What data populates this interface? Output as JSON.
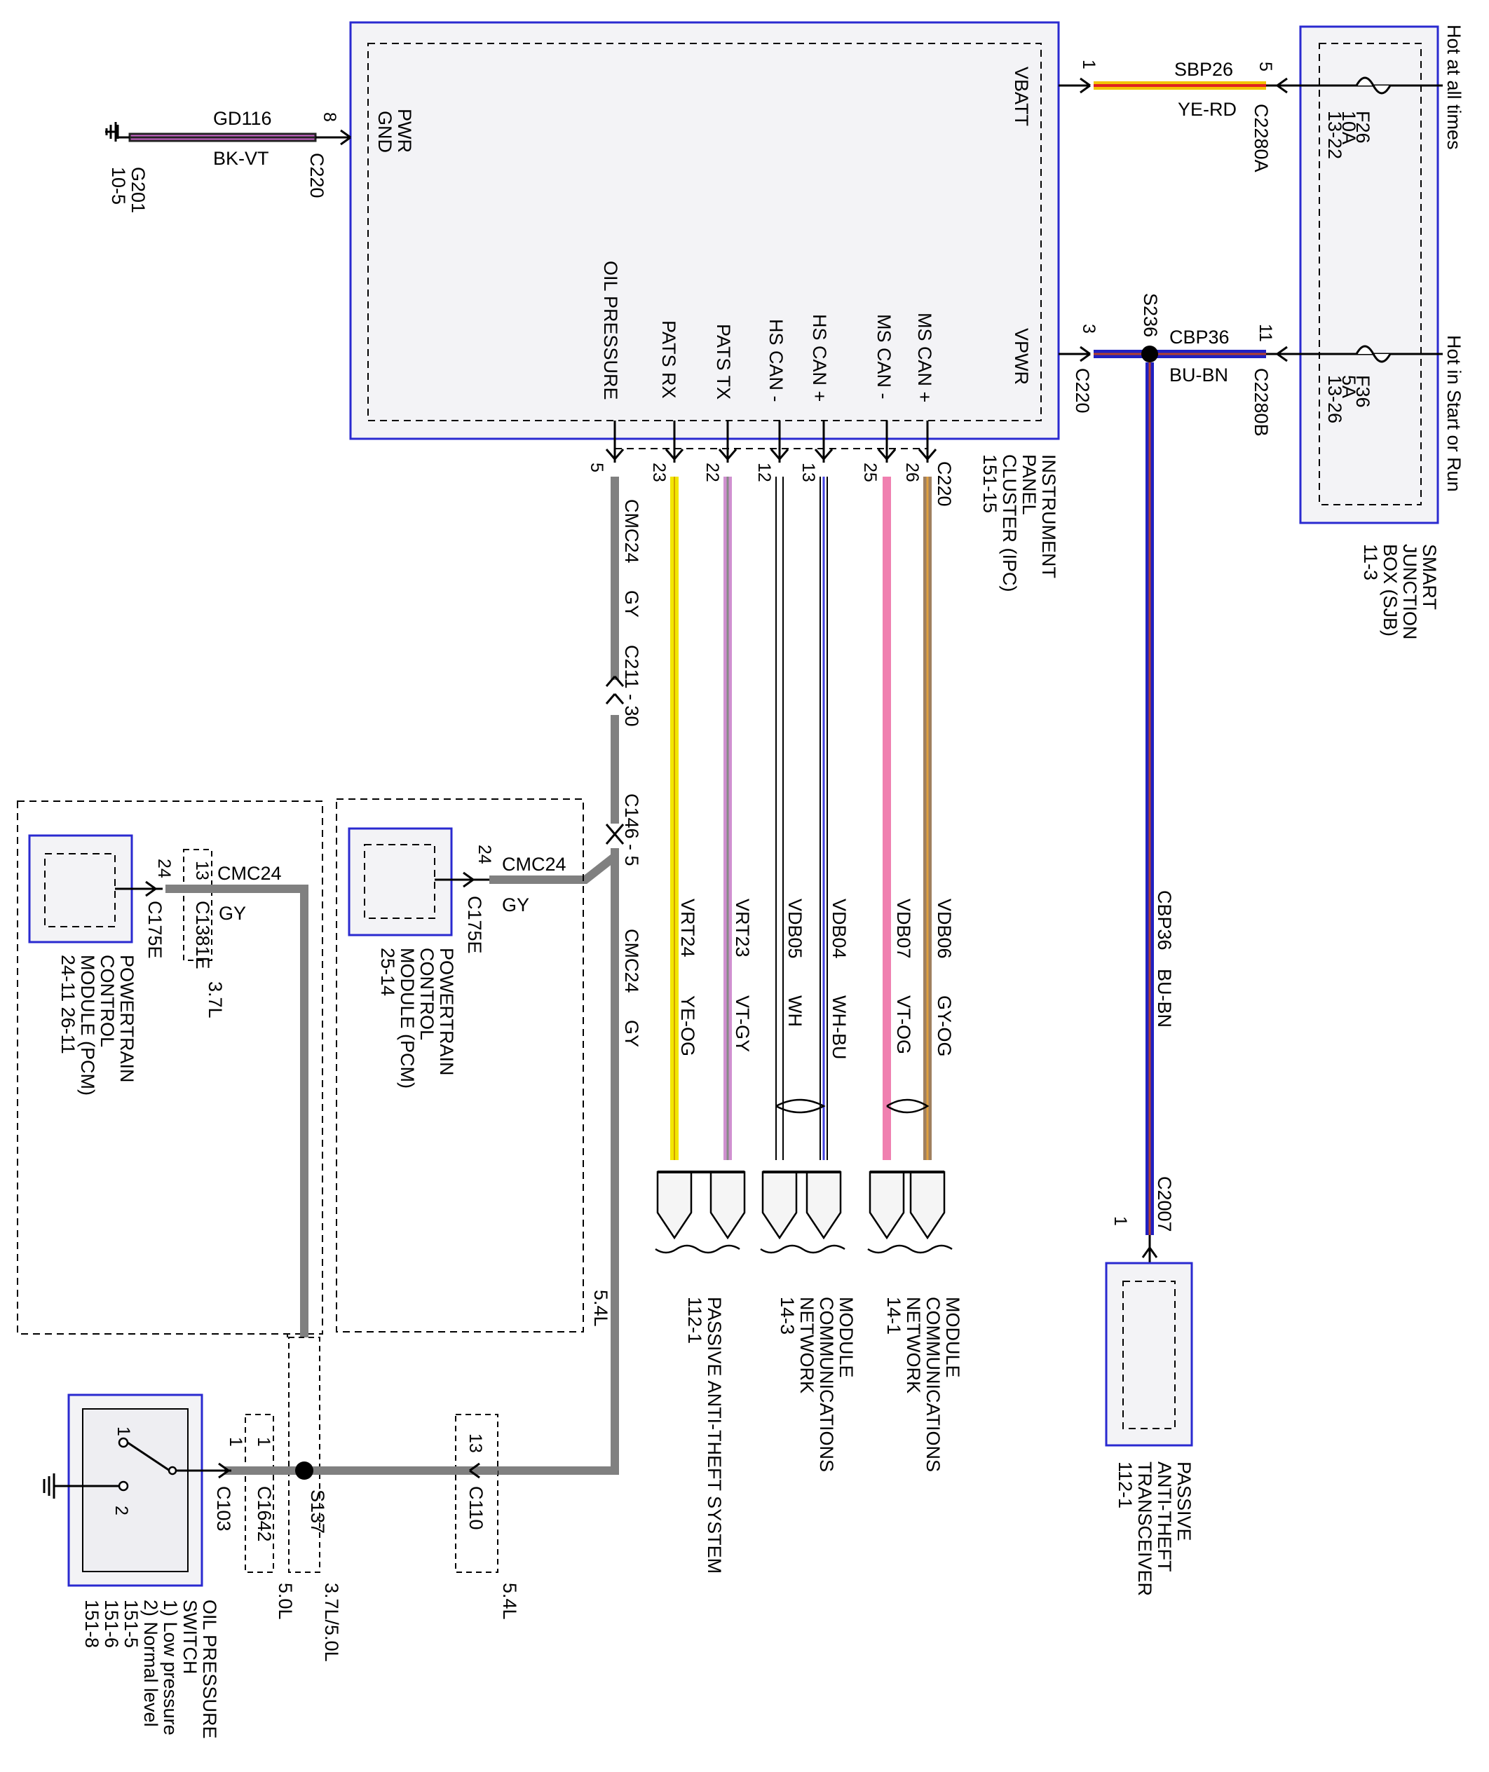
{
  "ipc": {
    "name": [
      "INSTRUMENT",
      "PANEL",
      "CLUSTER (IPC)"
    ],
    "ref": "151-15",
    "pins": {
      "pwr_gnd": [
        "PWR",
        "GND"
      ],
      "vbatt": "VBATT",
      "vpwr": "VPWR",
      "oil_pressure": "OIL PRESSURE",
      "pats_rx": "PATS RX",
      "pats_tx": "PATS TX",
      "hs_can_minus": "HS CAN -",
      "hs_can_plus": "HS CAN +",
      "ms_can_minus": "MS CAN -",
      "ms_can_plus": "MS CAN +"
    },
    "connector": "C220",
    "pin_numbers": {
      "pwr_gnd": "8",
      "vbatt": "1",
      "vpwr": "3",
      "oil": "5",
      "pats_rx": "23",
      "pats_tx": "22",
      "hs_can_minus": "12",
      "hs_can_plus": "13",
      "ms_can_minus": "25",
      "ms_can_plus": "26"
    }
  },
  "ground": {
    "circuit": "GD116",
    "color": "BK-VT",
    "connector": "C220",
    "point": "G201",
    "ref": "10-5"
  },
  "sjb": {
    "name": [
      "SMART",
      "JUNCTION",
      "BOX (SJB)"
    ],
    "ref": "11-3",
    "hot_at_all_times": "Hot at all times",
    "hot_in_start_run": "Hot in Start or Run",
    "fuse1": {
      "id": "F26",
      "amps": "10A",
      "ref": "13-22"
    },
    "fuse2": {
      "id": "F36",
      "amps": "5A",
      "ref": "13-26"
    },
    "conn_a": {
      "name": "C2280A",
      "pin": "5"
    },
    "conn_b": {
      "name": "C2280B",
      "pin": "11"
    }
  },
  "vbatt_wire": {
    "circuit": "SBP26",
    "color": "YE-RD"
  },
  "vpwr_wire": {
    "circuit": "CBP36",
    "color": "BU-BN",
    "splice": "S236",
    "ipc_conn": "C220"
  },
  "transceiver_wire": {
    "circuit": "CBP36",
    "color": "BU-BN",
    "connector": "C2007",
    "pin": "1"
  },
  "transceiver": {
    "name": [
      "PASSIVE",
      "ANTI-THEFT",
      "TRANSCEIVER"
    ],
    "ref": "112-1"
  },
  "oil_wire": {
    "circuit": "CMC24",
    "color": "GY",
    "inline1": "C211 - 30",
    "inline2": "C146 - 5"
  },
  "can_wires": {
    "vrt24": {
      "circuit": "VRT24",
      "color": "YE-OG"
    },
    "vrt23": {
      "circuit": "VRT23",
      "color": "VT-GY"
    },
    "vdb05": {
      "circuit": "VDB05",
      "color": "WH"
    },
    "vdb04": {
      "circuit": "VDB04",
      "color": "WH-BU"
    },
    "vdb07": {
      "circuit": "VDB07",
      "color": "VT-OG"
    },
    "vdb06": {
      "circuit": "VDB06",
      "color": "GY-OG"
    }
  },
  "destinations": {
    "pats": {
      "name": "PASSIVE ANTI-THEFT SYSTEM",
      "ref": "112-1"
    },
    "mcn_hs": {
      "name": [
        "MODULE",
        "COMMUNICATIONS",
        "NETWORK"
      ],
      "ref": "14-3"
    },
    "mcn_ms": {
      "name": [
        "MODULE",
        "COMMUNICATIONS",
        "NETWORK"
      ],
      "ref": "14-1"
    }
  },
  "pcm_left": {
    "name": [
      "POWERTRAIN",
      "CONTROL",
      "MODULE (PCM)"
    ],
    "refs": "24-11  26-11",
    "pin": "24",
    "conn": "C175E",
    "inline_pin": "13",
    "inline_conn": "C1381E",
    "variant": "3.7L",
    "circuit": "CMC24",
    "color": "GY"
  },
  "pcm_mid": {
    "name": [
      "POWERTRAIN",
      "CONTROL",
      "MODULE (PCM)"
    ],
    "ref": "25-14",
    "pin": "24",
    "conn": "C175E",
    "circuit": "CMC24",
    "color": "GY",
    "variant": "5.4L"
  },
  "oil_switch": {
    "name": [
      "OIL PRESSURE",
      "SWITCH"
    ],
    "states": [
      "1) Low pressure",
      "2) Normal level"
    ],
    "refs": [
      "151-5",
      "151-6",
      "151-8"
    ],
    "pos1": "1",
    "pos2": "2",
    "pin": "1",
    "conn": "C103"
  },
  "bottom": {
    "c1642_pin": "1",
    "c1642": "C1642",
    "c1642_variant": "5.0L",
    "splice": "S137",
    "splice_variant": "3.7L/5.0L",
    "c110_pin": "13",
    "c110": "C110",
    "c110_variant": "5.4L"
  },
  "colors": {
    "outline": "#2a2ad0",
    "ye_rd": "#f0c000",
    "bu_bn": "#2020c0",
    "gy": "#808080",
    "ye_og": "#f2e600",
    "vt_gy": "#d090d0",
    "vt_og": "#f080b0",
    "gy_og": "#b0906a",
    "wh_bu": "#4040e0",
    "bk_vt": "#3a2a3a"
  }
}
